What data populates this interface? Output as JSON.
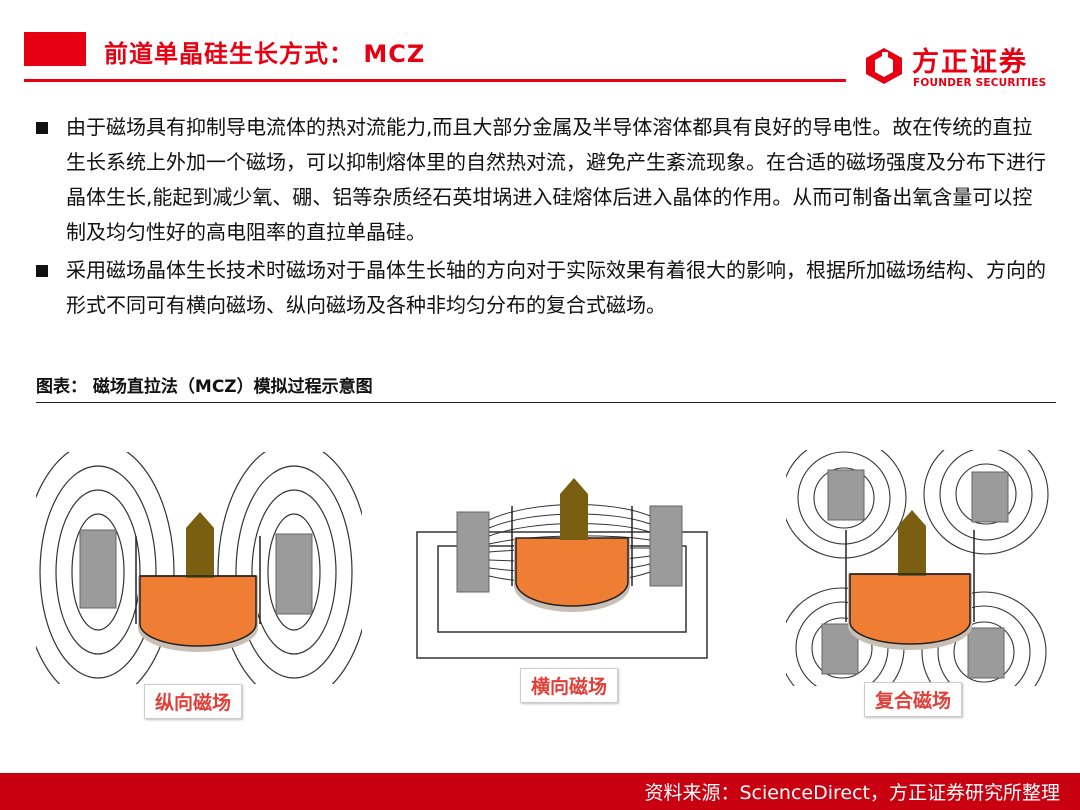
{
  "header": {
    "title": "前道单晶硅生长方式： MCZ",
    "logo_cn": "方正证券",
    "logo_en": "FOUNDER SECURITIES",
    "brand_color": "#e60012"
  },
  "bullets": [
    "由于磁场具有抑制导电流体的热对流能力,而且大部分金属及半导体溶体都具有良好的导电性。故在传统的直拉生长系统上外加一个磁场，可以抑制熔体里的自然热对流，避免产生紊流现象。在合适的磁场强度及分布下进行晶体生长,能起到减少氧、硼、铝等杂质经石英坩埚进入硅熔体后进入晶体的作用。从而可制备出氧含量可以控制及均匀性好的高电阻率的直拉单晶硅。",
    "采用磁场晶体生长技术时磁场对于晶体生长轴的方向对于实际效果有着很大的影响，根据所加磁场结构、方向的形式不同可有横向磁场、纵向磁场及各种非均匀分布的复合式磁场。"
  ],
  "figure": {
    "title": "图表： 磁场直拉法（MCZ）模拟过程示意图",
    "panels": [
      {
        "label": "纵向磁场"
      },
      {
        "label": "横向磁场"
      },
      {
        "label": "复合磁场"
      }
    ]
  },
  "footer": {
    "source": "资料来源：ScienceDirect，方正证券研究所整理"
  }
}
